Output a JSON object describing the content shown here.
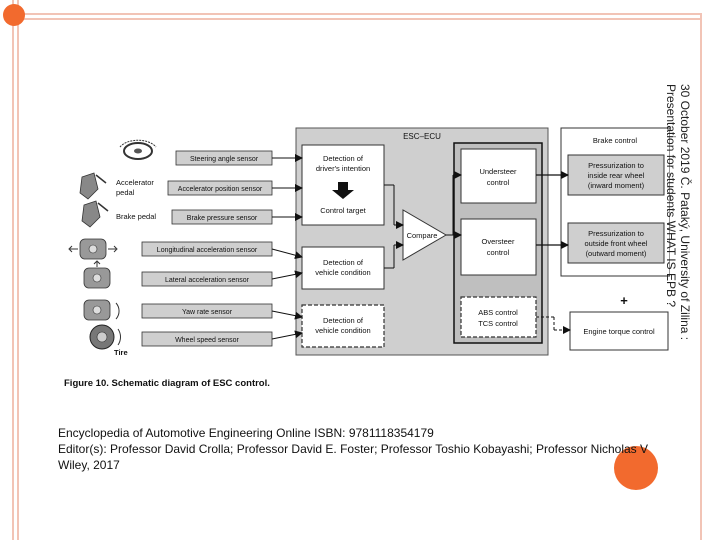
{
  "slide": {
    "side_text_line1": "30 October 2019    Č. Pataký, University of Zilina :",
    "side_text_line2": "Presentation for students WHAT IS EPB ?",
    "citation_line1": "Encyclopedia of Automotive Engineering  Online ISBN: 9781118354179",
    "citation_line2": "Editor(s): Professor David Crolla; Professor David E. Foster; Professor Toshio Kobayashi; Professor Nicholas V",
    "citation_line3": "Wiley, 2017"
  },
  "diagram": {
    "ecu_title": "ESC–ECU",
    "figure_caption": "Figure 10.  Schematic diagram of ESC control.",
    "sensors": [
      "Steering angle sensor",
      "Accelerator position sensor",
      "Brake pressure sensor",
      "Longitudinal acceleration sensor",
      "Lateral acceleration sensor",
      "Yaw rate sensor",
      "Wheel speed sensor"
    ],
    "component_labels": {
      "accelerator": [
        "Accelerator",
        "pedal"
      ],
      "brake_pedal": "Brake pedal",
      "tire": "Tire"
    },
    "ecu_blocks": {
      "driver_intention": [
        "Detection of",
        "driver's intention"
      ],
      "control_target": "Control target",
      "compare": "Compare",
      "vehicle_condition": [
        "Detection of",
        "vehicle condition"
      ],
      "vehicle_condition_2": [
        "Detection of",
        "vehicle condition"
      ],
      "understeer": [
        "Understeer",
        "control"
      ],
      "oversteer": [
        "Oversteer",
        "control"
      ],
      "abs_tcs": [
        "ABS control",
        "TCS control"
      ]
    },
    "outputs": {
      "brake_control": "Brake control",
      "rear_wheel": [
        "Pressurization to",
        "inside rear wheel",
        "(inward moment)"
      ],
      "front_wheel": [
        "Pressurization to",
        "outside front wheel",
        "(outward moment)"
      ],
      "plus": "+",
      "engine_torque": "Engine torque control"
    }
  }
}
